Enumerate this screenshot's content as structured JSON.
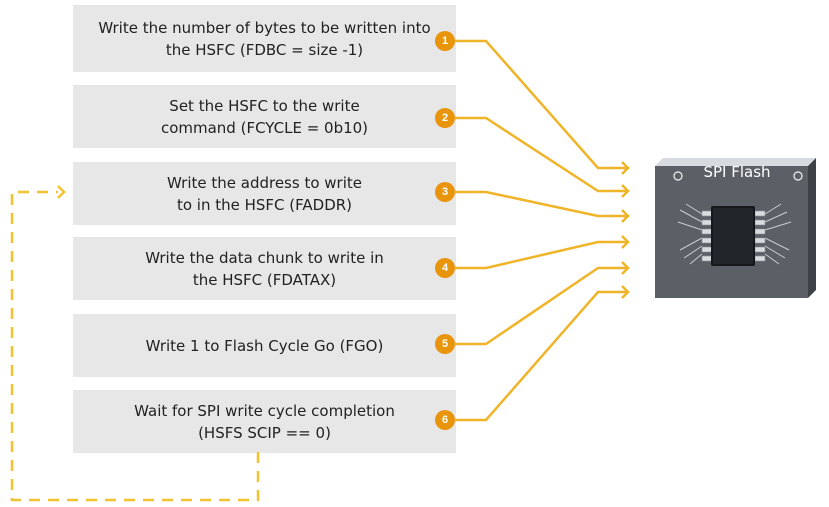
{
  "steps": [
    {
      "number": "1",
      "text": "Write the number of bytes to be written into\nthe HSFC (FDBC = size -1)"
    },
    {
      "number": "2",
      "text": "Set the HSFC to the write\ncommand (FCYCLE = 0b10)"
    },
    {
      "number": "3",
      "text": "Write the address to write\nto in the HSFC (FADDR)"
    },
    {
      "number": "4",
      "text": "Write the data chunk to write in\nthe HSFC (FDATAX)"
    },
    {
      "number": "5",
      "text": "Write 1 to Flash Cycle Go (FGO)"
    },
    {
      "number": "6",
      "text": "Wait for SPI write cycle completion\n(HSFS  SCIP == 0)"
    }
  ],
  "chip": {
    "title": "SPI Flash"
  },
  "colors": {
    "accent": "#e8950c",
    "connector": "#f0b429",
    "loop": "#f2c230",
    "box": "#e7e7e7"
  }
}
